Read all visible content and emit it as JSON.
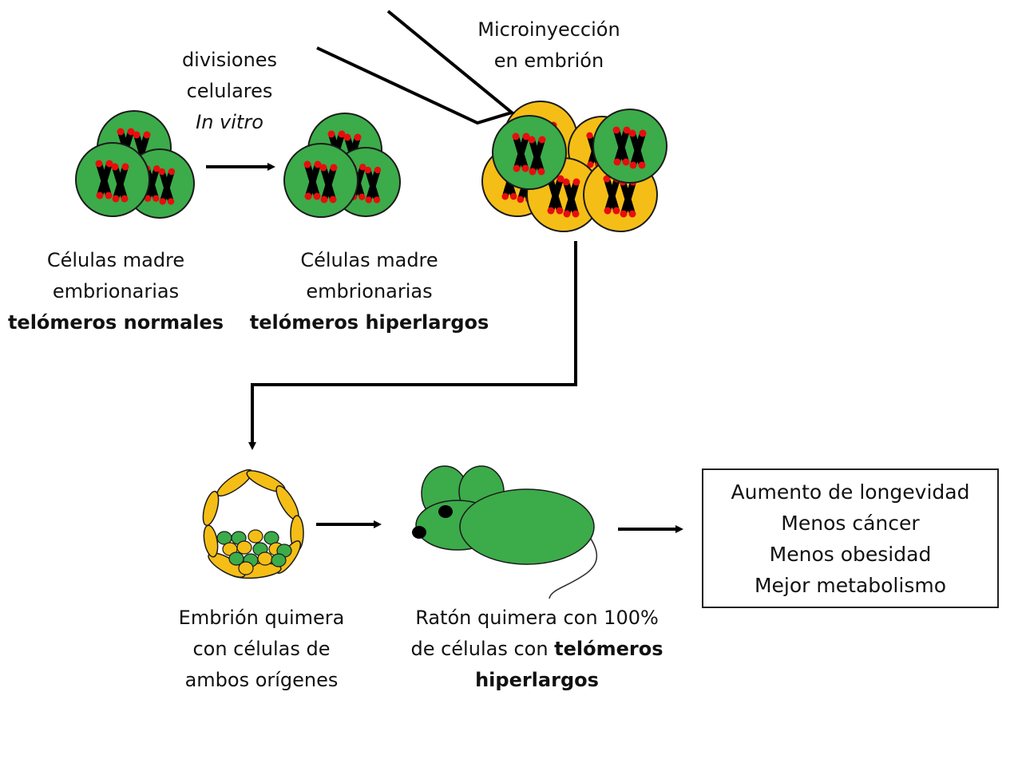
{
  "colors": {
    "normal_cell": "#3cab4a",
    "host_cell": "#f5be16",
    "telomere": "#e80d0d",
    "chromosome": "#000000",
    "outline": "#1a1a1a"
  },
  "steps": {
    "in_vitro": {
      "line1": "divisiones",
      "line2": "celulares",
      "line3": "In vitro"
    },
    "injection": {
      "line1": "Microinyección",
      "line2": "en embrión"
    },
    "normal_cells": {
      "line1": "Células madre",
      "line2": "embrionarias",
      "line3": "telómeros normales"
    },
    "hyperlong_cells": {
      "line1": "Células madre",
      "line2": "embrionarias",
      "line3": "telómeros hiperlargos"
    },
    "chimera_embryo": {
      "line1": "Embrión quimera",
      "line2": "con células de",
      "line3": "ambos orígenes"
    },
    "chimera_mouse": {
      "line1": "Ratón quimera con 100%",
      "line2a": "de células con ",
      "line2b": "telómeros",
      "line3": "hiperlargos"
    }
  },
  "results": {
    "items": [
      "Aumento de longevidad",
      "Menos cáncer",
      "Menos obesidad",
      "Mejor metabolismo"
    ]
  }
}
